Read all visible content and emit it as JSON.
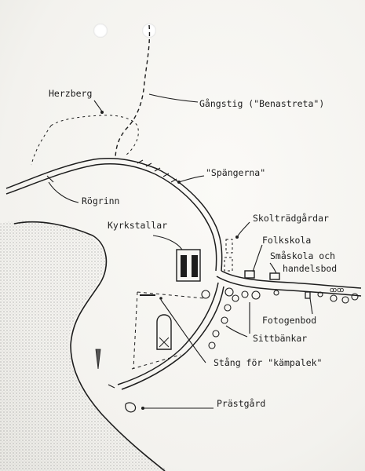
{
  "labels": {
    "herzberg": "Herzberg",
    "gangstig": "Gångstig (\"Benastreta\")",
    "spangerna": "\"Spängerna\"",
    "rogrinn": "Rögrinn",
    "kyrkstallar": "Kyrkstallar",
    "skoltradgardar": "Skolträdgårdar",
    "folkskola": "Folkskola",
    "smaskola": "Småskola och",
    "handelsbod": "handelsbod",
    "fotogenbod": "Fotogenbod",
    "sittbankar": "Sittbänkar",
    "stang": "Stång för \"kämpalek\"",
    "prastgard": "Prästgård"
  },
  "colors": {
    "ink": "#1d1d1d",
    "paper": "#f6f5f1",
    "water_shading": "#8a8a8a"
  }
}
